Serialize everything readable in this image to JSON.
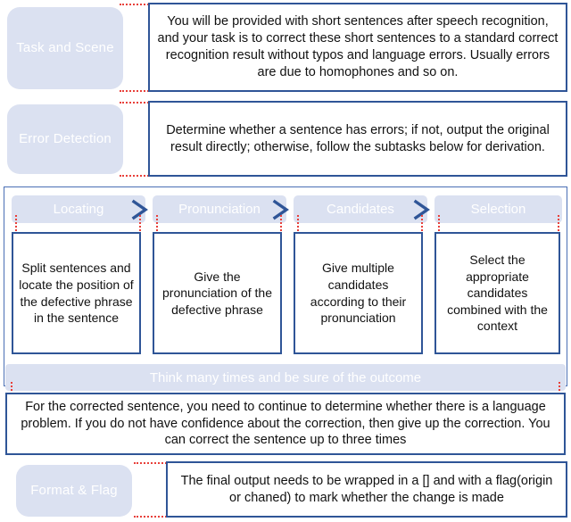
{
  "theme": {
    "pill_bg": "#dbe1f1",
    "box_border": "#2f5597",
    "connector": "#e8403a",
    "panel_border": "#4a6fb5",
    "label_text": "#ffffff",
    "body_text": "#111111"
  },
  "rows": {
    "task_scene": {
      "label": "Task and Scene",
      "text": "You will be provided with short sentences after speech recognition, and your task is to correct these short sentences to a standard correct recognition result without typos and language errors. Usually errors are due to homophones and so on."
    },
    "error_detection": {
      "label": "Error Detection",
      "text": "Determine whether a sentence has errors; if not, output the original result directly; otherwise, follow the subtasks below for derivation."
    },
    "think": {
      "banner": "Think many times and be sure of the outcome",
      "text": "For the corrected sentence, you need to continue to determine whether there is a language problem. If you do not have confidence about the correction, then give up the correction. You can correct the sentence up to three times"
    },
    "format_flag": {
      "label": "Format & Flag",
      "text": "The final output needs to be wrapped in a [] and with a flag(origin or chaned) to mark whether the change is made"
    }
  },
  "stages": [
    {
      "title": "Locating",
      "text": "Split sentences and locate the position of the defective phrase in the sentence"
    },
    {
      "title": "Pronunciation",
      "text": "Give the pronunciation of the defective phrase"
    },
    {
      "title": "Candidates",
      "text": "Give multiple candidates according to their pronunciation"
    },
    {
      "title": "Selection",
      "text": "Select the appropriate candidates combined with the context"
    }
  ],
  "arrows": {
    "glyph": "chevron-right"
  }
}
